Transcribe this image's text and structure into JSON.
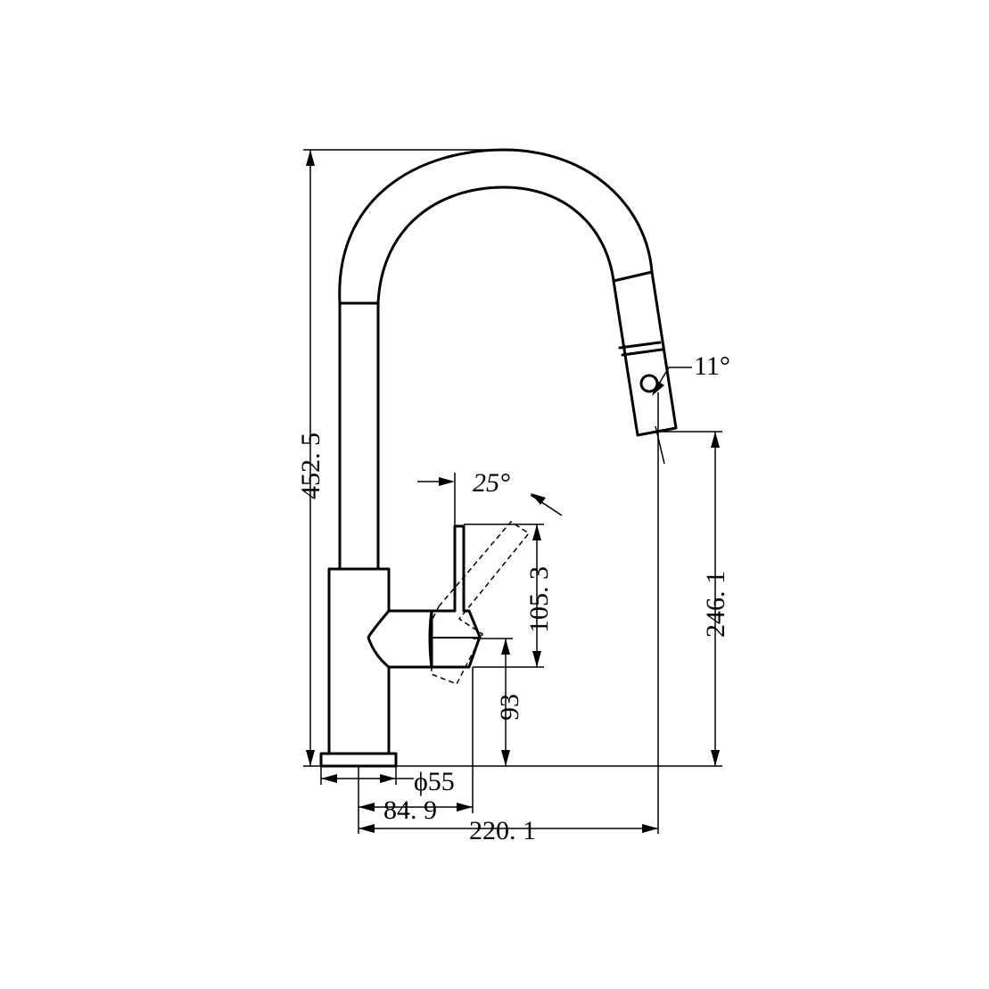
{
  "dimensions": {
    "total_height": "452. 5",
    "spout_height": "246. 1",
    "handle_height": "105. 3",
    "handle_base_height": "93",
    "base_diameter": "ϕ55",
    "handle_offset": "84. 9",
    "spout_reach": "220. 1",
    "handle_angle": "25°",
    "spray_angle": "11°"
  },
  "colors": {
    "line": "#000000",
    "background": "#ffffff"
  }
}
